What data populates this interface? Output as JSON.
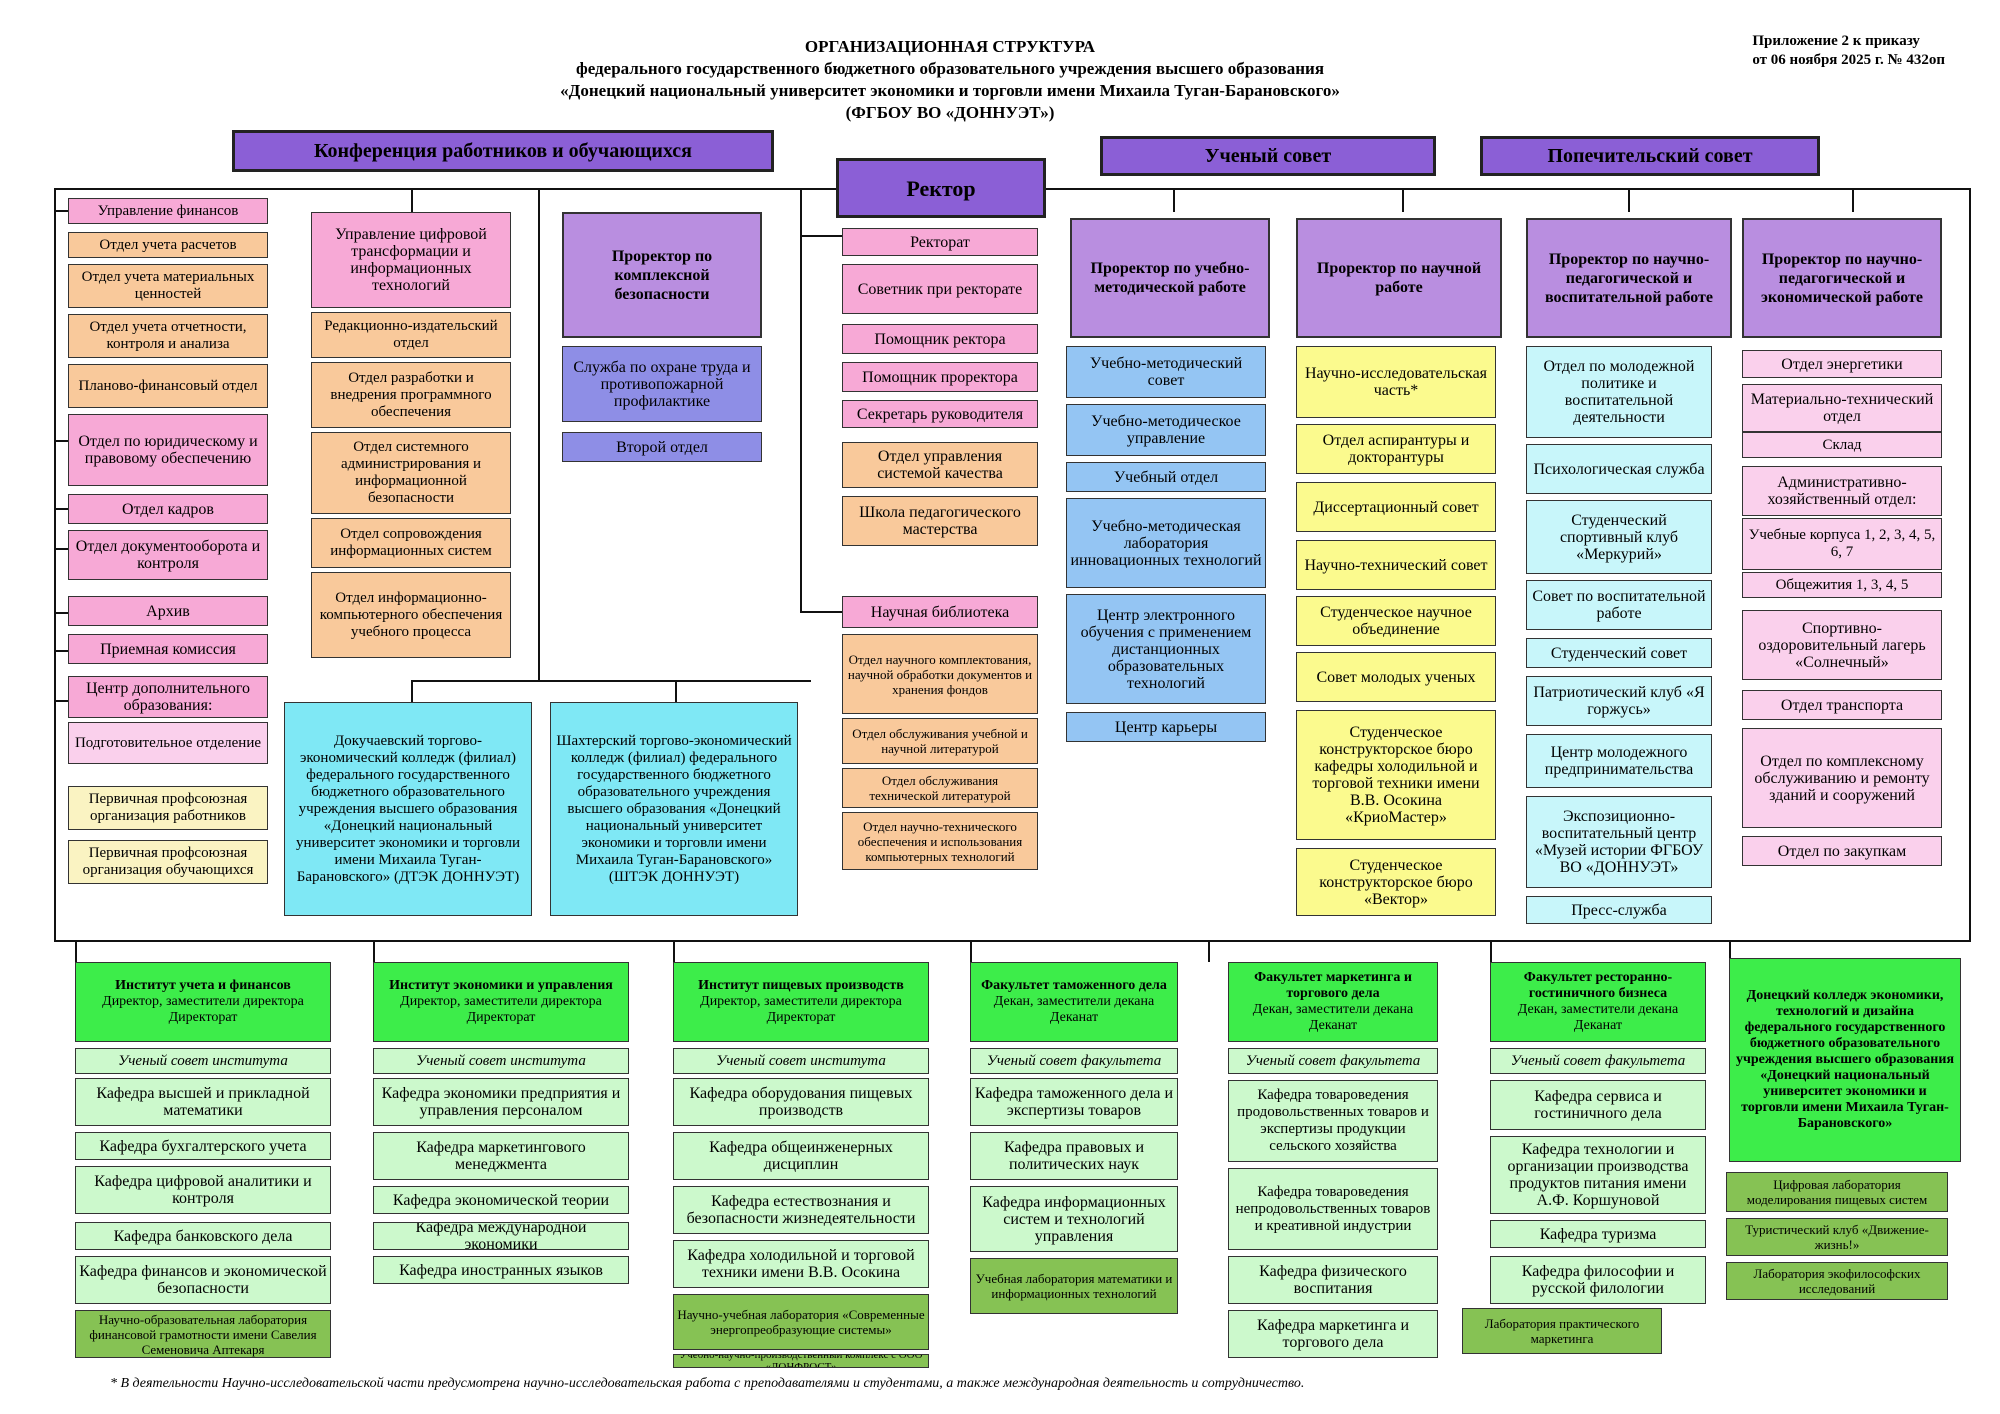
{
  "header": {
    "title": "ОРГАНИЗАЦИОННАЯ СТРУКТУРА",
    "line1": "федерального государственного бюджетного образовательного учреждения высшего образования",
    "line2": "«Донецкий национальный университет экономики и торговли имени Михаила Туган-Барановского»",
    "line3": "(ФГБОУ ВО «ДОННУЭТ»)",
    "order1": "Приложение 2 к приказу",
    "order2": "от 06 ноября 2025 г. № 432оп"
  },
  "top": {
    "conference": "Конференция работников и обучающихся",
    "rector": "Ректор",
    "academic_council": "Ученый совет",
    "board": "Попечительский совет"
  },
  "col1": [
    "Управление финансов",
    "Отдел учета расчетов",
    "Отдел учета материальных ценностей",
    "Отдел учета отчетности, контроля и анализа",
    "Планово-финансовый отдел",
    "Отдел по юридическому и правовому обеспечению",
    "Отдел кадров",
    "Отдел документооборота и контроля",
    "Архив",
    "Приемная комиссия",
    "Центр дополнительного образования:",
    "Подготовительное отделение",
    "Первичная профсоюзная организация работников",
    "Первичная профсоюзная организация обучающихся"
  ],
  "col2": [
    "Управление цифровой трансформации и информационных технологий",
    "Редакционно-издательский отдел",
    "Отдел разработки и внедрения программного обеспечения",
    "Отдел системного администрирования и информационной безопасности",
    "Отдел сопровождения информационных систем",
    "Отдел информационно-компьютерного обеспечения учебного процесса"
  ],
  "col3": [
    "Проректор по комплексной безопасности",
    "Служба по охране труда и противопожарной профилактике",
    "Второй отдел"
  ],
  "colleges": [
    "Докучаевский торгово-экономический колледж (филиал) федерального государственного бюджетного образовательного учреждения высшего образования «Донецкий национальный университет экономики и торговли имени Михаила Туган-Барановского» (ДТЭК ДОННУЭТ)",
    "Шахтерский торгово-экономический колледж (филиал) федерального государственного бюджетного образовательного учреждения высшего образования «Донецкий национальный университет экономики и торговли имени Михаила Туган-Барановского» (ШТЭК ДОННУЭТ)"
  ],
  "col4": [
    "Ректорат",
    "Советник при ректорате",
    "Помощник ректора",
    "Помощник проректора",
    "Секретарь руководителя",
    "Отдел управления системой качества",
    "Школа педагогического мастерства",
    "Научная библиотека",
    "Отдел научного комплектования, научной обработки документов и хранения фондов",
    "Отдел обслуживания учебной и научной литературой",
    "Отдел обслуживания технической литературой",
    "Отдел научно-технического обеспечения и использования компьютерных технологий"
  ],
  "col5": [
    "Проректор по учебно-методической работе",
    "Учебно-методический совет",
    "Учебно-методическое управление",
    "Учебный отдел",
    "Учебно-методическая лаборатория инновационных технологий",
    "Центр электронного обучения с применением дистанционных образовательных технологий",
    "Центр карьеры"
  ],
  "col6": [
    "Проректор по научной работе",
    "Научно-исследовательская часть*",
    "Отдел аспирантуры и докторантуры",
    "Диссертационный совет",
    "Научно-технический совет",
    "Студенческое научное объединение",
    "Совет молодых ученых",
    "Студенческое конструкторское бюро кафедры холодильной и торговой техники имени В.В. Осокина «КриоМастер»",
    "Студенческое конструкторское бюро «Вектор»"
  ],
  "col7": [
    "Проректор по научно-педагогической и воспитательной работе",
    "Отдел по молодежной политике и воспитательной деятельности",
    "Психологическая служба",
    "Студенческий спортивный клуб «Меркурий»",
    "Совет по воспитательной работе",
    "Студенческий совет",
    "Патриотический клуб «Я горжусь»",
    "Центр молодежного предпринимательства",
    "Экспозиционно-воспитательный центр «Музей истории ФГБОУ ВО «ДОННУЭТ»",
    "Пресс-служба"
  ],
  "col8": [
    "Проректор по научно-педагогической и экономической работе",
    "Отдел энергетики",
    "Материально-технический отдел",
    "Склад",
    "Административно-хозяйственный отдел:",
    "Учебные корпуса 1, 2, 3, 4, 5, 6, 7",
    "Общежития 1, 3, 4, 5",
    "Спортивно-оздоровительный лагерь «Солнечный»",
    "Отдел транспорта",
    "Отдел по комплексному обслуживанию и ремонту зданий и сооружений",
    "Отдел по закупкам"
  ],
  "inst1": {
    "title": "Институт учета и финансов",
    "sub": "Директор, заместители директора",
    "sub2": "Директорат",
    "items": [
      "Ученый совет института",
      "Кафедра высшей и прикладной математики",
      "Кафедра бухгалтерского учета",
      "Кафедра цифровой аналитики и контроля",
      "Кафедра банковского дела",
      "Кафедра финансов и экономической безопасности"
    ],
    "labs": [
      "Научно-образовательная лаборатория финансовой грамотности имени Савелия Семеновича Аптекаря"
    ]
  },
  "inst2": {
    "title": "Институт экономики и управления",
    "sub": "Директор, заместители директора",
    "sub2": "Директорат",
    "items": [
      "Ученый совет института",
      "Кафедра экономики предприятия и управления персоналом",
      "Кафедра маркетингового менеджмента",
      "Кафедра экономической теории",
      "Кафедра международной экономики",
      "Кафедра иностранных языков"
    ]
  },
  "inst3": {
    "title": "Институт пищевых производств",
    "sub": "Директор, заместители директора",
    "sub2": "Директорат",
    "items": [
      "Ученый совет института",
      "Кафедра оборудования пищевых производств",
      "Кафедра общеинженерных дисциплин",
      "Кафедра естествознания и безопасности жизнедеятельности",
      "Кафедра холодильной и торговой техники имени В.В. Осокина"
    ],
    "labs": [
      "Научно-учебная лаборатория «Современные энергопреобразующие системы»",
      "Учебно-научно-производственный комплекс с ООО «ДОНФРОСТ»"
    ]
  },
  "inst4": {
    "title": "Факультет таможенного дела",
    "sub": "Декан, заместители декана",
    "sub2": "Деканат",
    "items": [
      "Ученый совет факультета",
      "Кафедра таможенного дела и экспертизы товаров",
      "Кафедра правовых и политических наук",
      "Кафедра информационных систем и технологий управления"
    ],
    "labs": [
      "Учебная лаборатория математики и информационных технологий"
    ]
  },
  "inst5": {
    "title": "Факультет маркетинга и торгового дела",
    "sub": "Декан, заместители декана",
    "sub2": "Деканат",
    "items": [
      "Ученый совет факультета",
      "Кафедра товароведения продовольственных товаров и экспертизы продукции сельского хозяйства",
      "Кафедра товароведения непродовольственных товаров и креативной индустрии",
      "Кафедра физического воспитания",
      "Кафедра маркетинга и торгового дела"
    ],
    "labs": [
      "Лаборатория практического маркетинга"
    ]
  },
  "inst6": {
    "title": "Факультет ресторанно-гостиничного бизнеса",
    "sub": "Декан, заместители декана",
    "sub2": "Деканат",
    "items": [
      "Ученый совет факультета",
      "Кафедра сервиса и гостиничного дела",
      "Кафедра технологии и организации производства продуктов питания имени А.Ф. Коршуновой",
      "Кафедра туризма",
      "Кафедра философии и русской филологии"
    ],
    "labs": [
      "Цифровая лаборатория моделирования пищевых систем",
      "Туристический клуб «Движение-жизнь!»",
      "Лаборатория экофилософских исследований"
    ]
  },
  "inst7": {
    "title": "Донецкий колледж экономики, технологий и дизайна федерального государственного бюджетного образовательного учреждения высшего образования «Донецкий национальный университет экономики и торговли имени Михаила Туган-Барановского»"
  },
  "footnote": "* В деятельности Научно-исследовательской части предусмотрена научно-исследовательская работа с преподавателями и студентами, а также международная деятельность и сотрудничество."
}
